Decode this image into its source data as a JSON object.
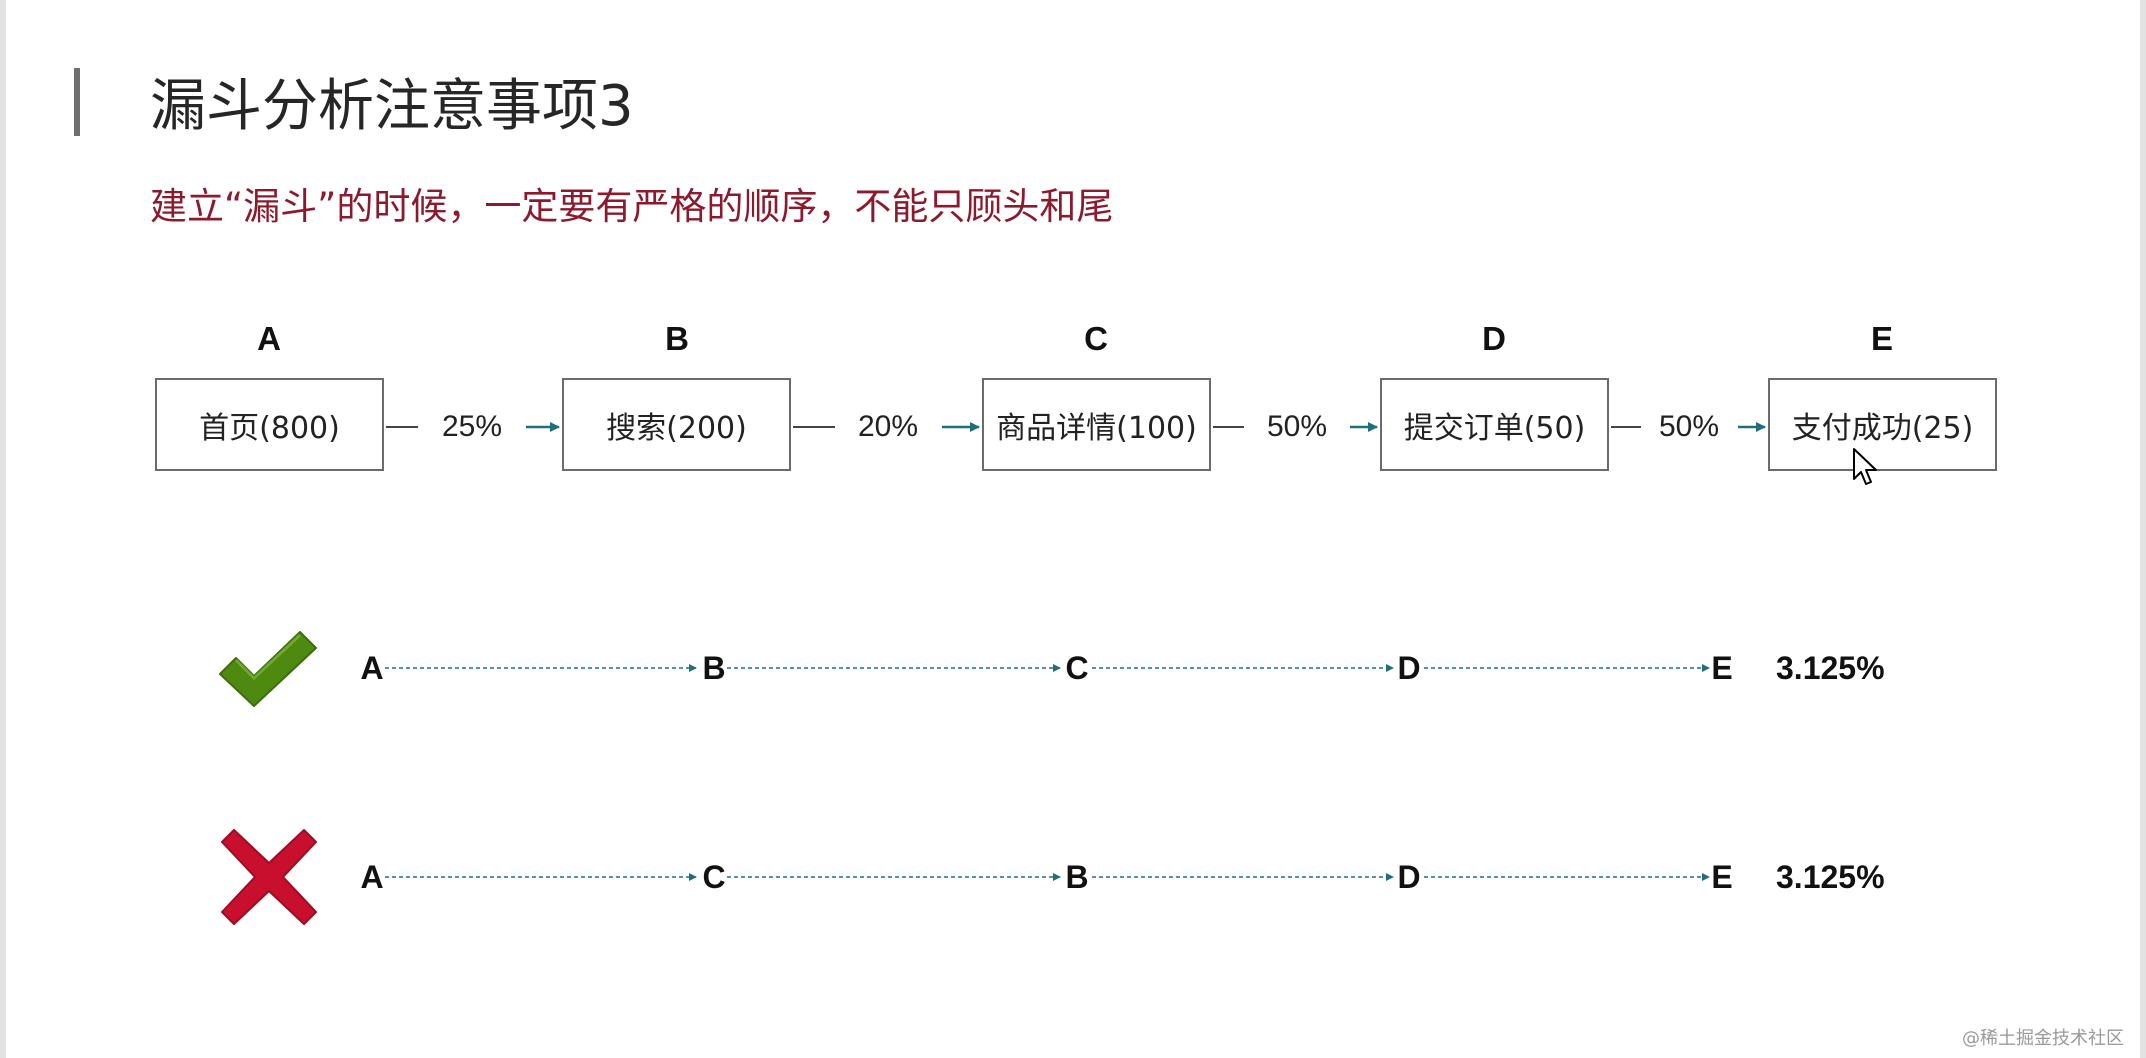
{
  "slide": {
    "title": "漏斗分析注意事项3",
    "subtitle": "建立“漏斗”的时候，一定要有严格的顺序，不能只顾头和尾"
  },
  "funnel": {
    "steps": [
      {
        "letter": "A",
        "label": "首页(800)"
      },
      {
        "letter": "B",
        "label": "搜索(200)"
      },
      {
        "letter": "C",
        "label": "商品详情(100)"
      },
      {
        "letter": "D",
        "label": "提交订单(50)"
      },
      {
        "letter": "E",
        "label": "支付成功(25)"
      }
    ],
    "rates": [
      "25%",
      "20%",
      "50%",
      "50%"
    ]
  },
  "sequences": [
    {
      "status": "correct",
      "icon": "checkmark-icon",
      "icon_color": "#4f8a10",
      "steps": [
        "A",
        "B",
        "C",
        "D",
        "E"
      ],
      "result": "3.125%"
    },
    {
      "status": "wrong",
      "icon": "cross-icon",
      "icon_color": "#c8102e",
      "steps": [
        "A",
        "C",
        "B",
        "D",
        "E"
      ],
      "result": "3.125%"
    }
  ],
  "colors": {
    "title_text": "#262626",
    "subtitle_text": "#8c1a2e",
    "arrow": "#1f6e80",
    "box_border": "#6b6b6b"
  },
  "watermark": "@稀土掘金技术社区"
}
